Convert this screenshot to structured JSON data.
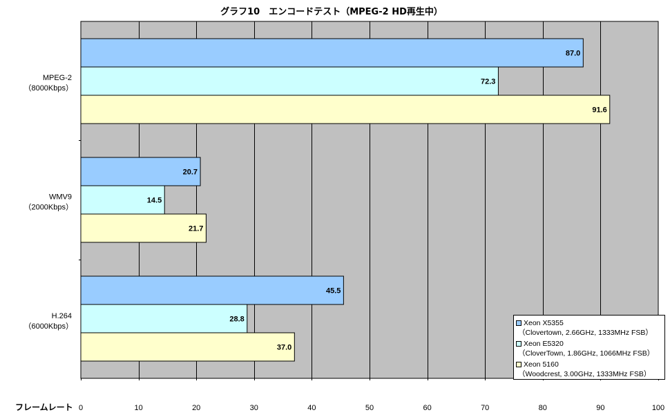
{
  "chart_data": {
    "type": "bar",
    "orientation": "horizontal",
    "title": "グラフ10　エンコードテスト（MPEG-2 HD再生中）",
    "xlabel": "フレームレート",
    "ylabel": "",
    "xlim": [
      0,
      100
    ],
    "xticks": [
      "0",
      "10",
      "20",
      "30",
      "40",
      "50",
      "60",
      "70",
      "80",
      "90",
      "100"
    ],
    "grid": true,
    "legend_position": "bottom-right",
    "categories": [
      {
        "line1": "MPEG-2",
        "line2": "（8000Kbps）"
      },
      {
        "line1": "WMV9",
        "line2": "（2000Kbps）"
      },
      {
        "line1": "H.264",
        "line2": "（6000Kbps）"
      }
    ],
    "series": [
      {
        "name": "Xeon X5355",
        "detail": "（Clovertown, 2.66GHz, 1333MHz FSB）",
        "color": "#99CCFF",
        "values": [
          87.0,
          20.7,
          45.5
        ],
        "labels": [
          "87.0",
          "20.7",
          "45.5"
        ]
      },
      {
        "name": "Xeon E5320",
        "detail": "（CloverTown, 1.86GHz, 1066MHz FSB）",
        "color": "#CCFFFF",
        "values": [
          72.3,
          14.5,
          28.8
        ],
        "labels": [
          "72.3",
          "14.5",
          "28.8"
        ]
      },
      {
        "name": "Xeon 5160",
        "detail": "（Woodcrest, 3.00GHz, 1333MHz FSB）",
        "color": "#FFFFCC",
        "values": [
          91.6,
          21.7,
          37.0
        ],
        "labels": [
          "91.6",
          "21.7",
          "37.0"
        ]
      }
    ],
    "plot_background": "#C0C0C0",
    "gridline_color": "#000000"
  }
}
